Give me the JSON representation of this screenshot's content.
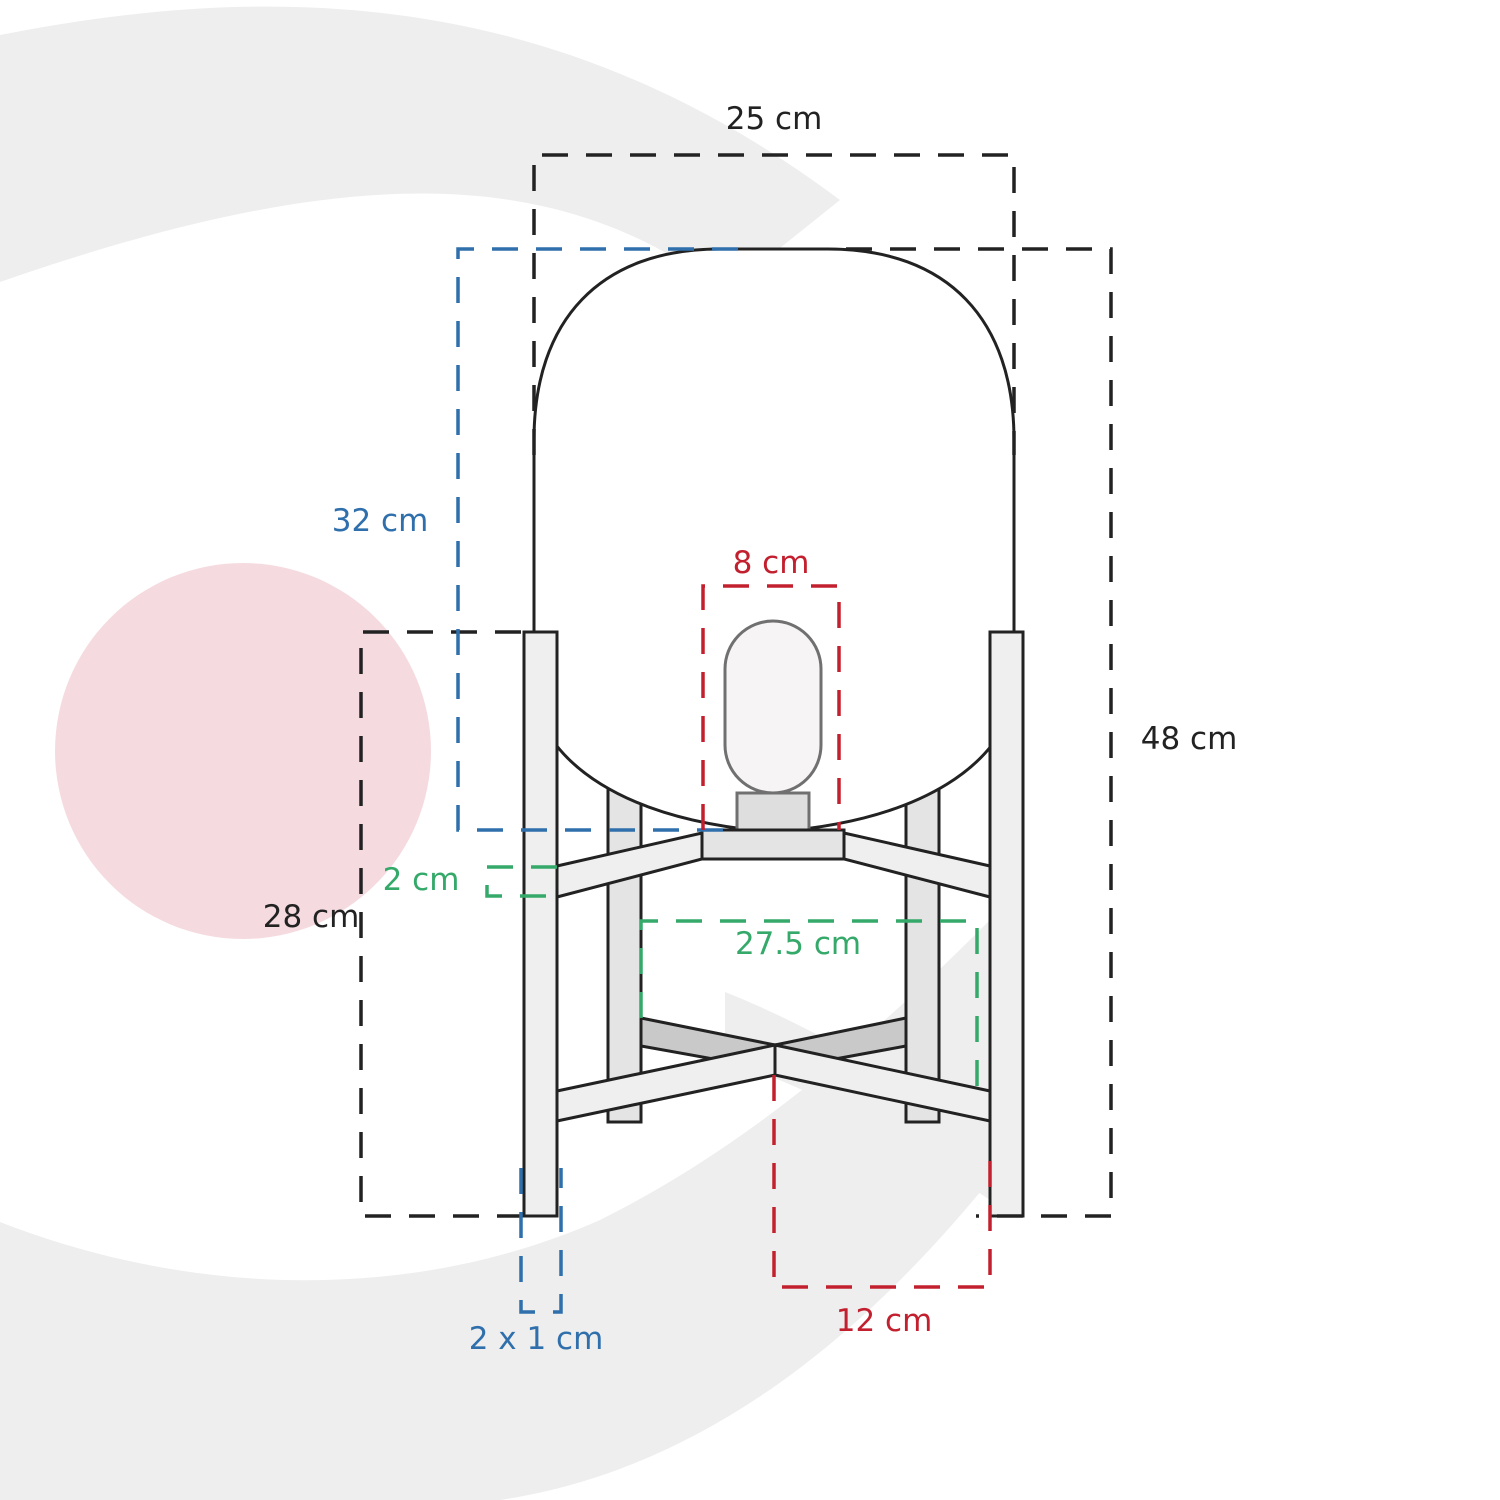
{
  "colors": {
    "black": "#222222",
    "blue": "#2f6fac",
    "green": "#35a96a",
    "red": "#c3202f",
    "background_arc": "#eeeeee",
    "pink_circle": "#f5dbe0"
  },
  "dimensions": {
    "shade_width": "25 cm",
    "shade_height": "32 cm",
    "bulb_width": "8 cm",
    "total_height": "48 cm",
    "stand_height": "28 cm",
    "bar_thickness": "2 cm",
    "stand_width": "27.5 cm",
    "leg_section": "2 x 1 cm",
    "half_width": "12 cm"
  }
}
